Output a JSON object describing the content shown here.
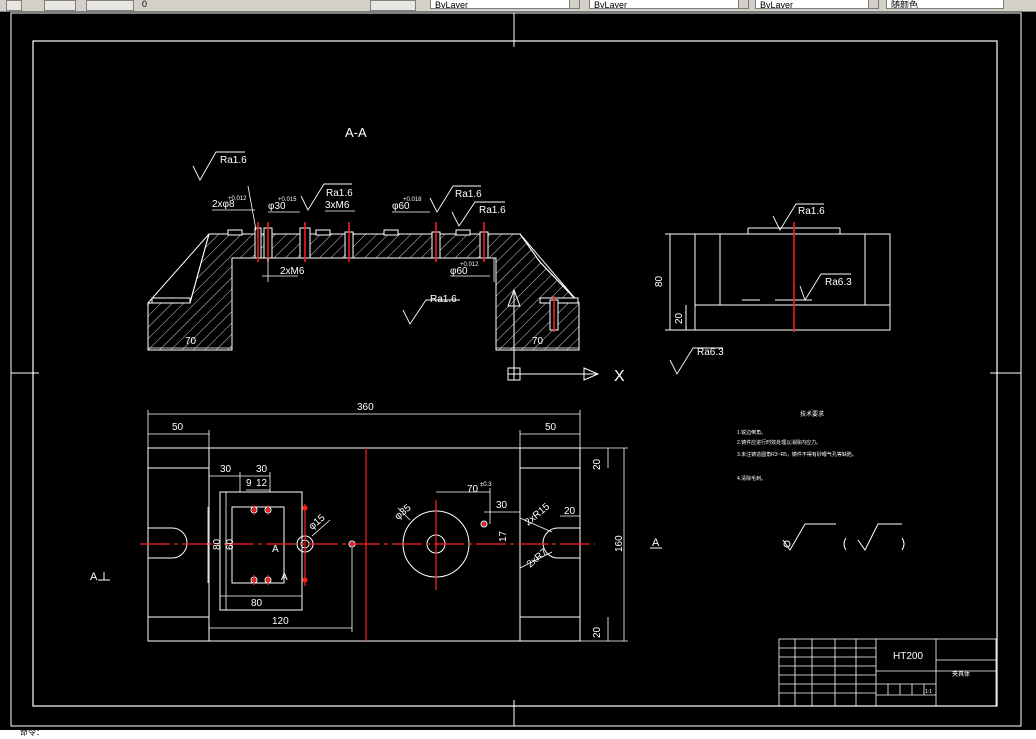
{
  "toolbar": {
    "layer_value": "ByLayer",
    "linetype_value": "ByLayer",
    "lineweight_value": "ByLayer",
    "plotstyle_value": "随颜色",
    "layer_number": "0"
  },
  "drawing": {
    "section_title": "A-A",
    "roughness": {
      "r16_a": "Ra1.6",
      "r16_b": "Ra1.6",
      "r16_c": "Ra1.6",
      "r16_d": "Ra1.6",
      "r16_e": "Ra1.6",
      "r16_f": "Ra1.6",
      "r63_a": "Ra6.3",
      "r63_b": "Ra6.3"
    },
    "callouts": {
      "hole_2x8": "2xφ8",
      "tol_2x8": "+0.012",
      "phi30": "φ30",
      "tol_phi30": "+0.015",
      "m6_3x": "3xM6",
      "phi60": "φ60",
      "tol_phi60": "+0.018",
      "m6_2x": "2xM6",
      "phi60b": "φ60",
      "tol_phi60b": "+0.012"
    },
    "section_dims": {
      "left_70": "70",
      "right_70": "70"
    },
    "side_dims": {
      "h80": "80",
      "h20": "20"
    },
    "ucs_x": "X",
    "plan_dims": {
      "overall": "360",
      "left50": "50",
      "right50": "50",
      "d30a": "30",
      "d30b": "30",
      "d9": "9",
      "d12": "12",
      "d80v": "80",
      "d60v": "60",
      "d80h": "80",
      "d120": "120",
      "phi15": "φ15",
      "phi35": "φ35",
      "d70": "70",
      "tol70": "±0.3",
      "d30c": "30",
      "d17": "17",
      "r15": "2xR15",
      "r7": "2xR7",
      "d20a": "20",
      "d20b": "20",
      "d20c": "20",
      "d160": "160",
      "label_a1": "A",
      "label_a2": "A"
    },
    "view_marks": {
      "left": "A",
      "right": "A"
    },
    "notes": {
      "heading": "技术要求",
      "line1": "1.锐边倒角。",
      "line2": "2.铸件应进行时效处理以消除内应力。",
      "line3": "3.未注铸造圆角R3~R5，铸件不得有砂眼气孔等缺陷。",
      "line4": "4.清除毛刺。"
    },
    "title_block": {
      "material": "HT200",
      "part_name": "夹具体",
      "scale": "1:1"
    }
  },
  "command": {
    "prompt": "命令："
  },
  "colors": {
    "line": "#ffffff",
    "center": "#ff2020",
    "background": "#000000"
  }
}
